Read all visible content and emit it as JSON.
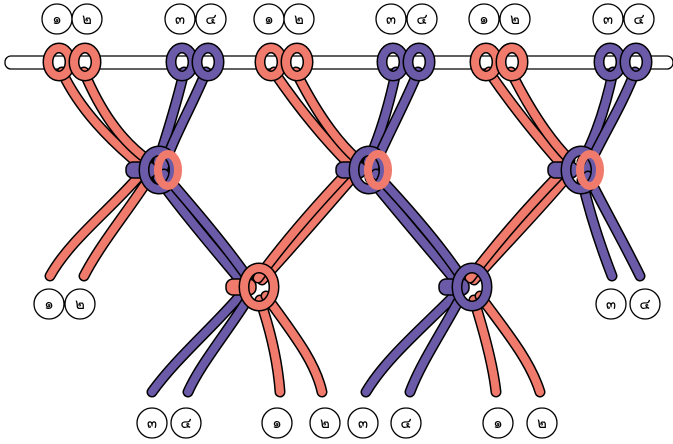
{
  "colors": {
    "cord_red": "#f07b6c",
    "cord_blue": "#6a5aa8",
    "outline": "#000000",
    "dowel": "#ffffff",
    "background": "#ffffff"
  },
  "labels": {
    "top": [
      "๑",
      "๒",
      "๓",
      "๔",
      "๑",
      "๒",
      "๓",
      "๔",
      "๑",
      "๒",
      "๓",
      "๔"
    ],
    "middle_left": [
      "๑",
      "๒"
    ],
    "middle_right": [
      "๓",
      "๔"
    ],
    "bottom": [
      "๓",
      "๔",
      "๑",
      "๒",
      "๓",
      "๔",
      "๑",
      "๒"
    ]
  }
}
